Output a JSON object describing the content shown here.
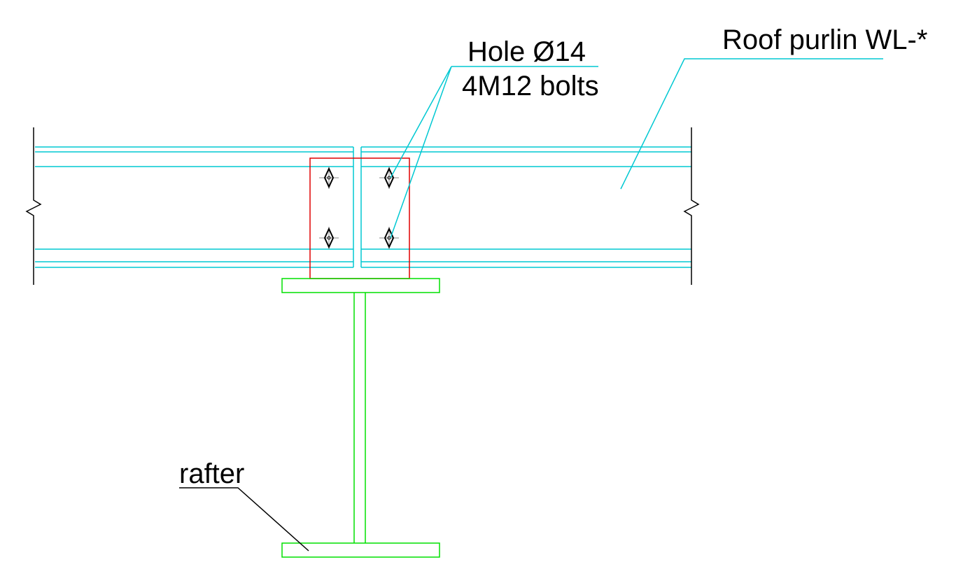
{
  "labels": {
    "hole": "Hole Ø14",
    "bolts": "4M12 bolts",
    "purlin": "Roof purlin WL-*",
    "rafter": "rafter"
  },
  "colors": {
    "purlin": "#00c8d2",
    "rafter": "#00e000",
    "connection_plate": "#e00000",
    "leader": "#000000",
    "background": "#ffffff"
  },
  "components": {
    "bolt_count": 4
  }
}
